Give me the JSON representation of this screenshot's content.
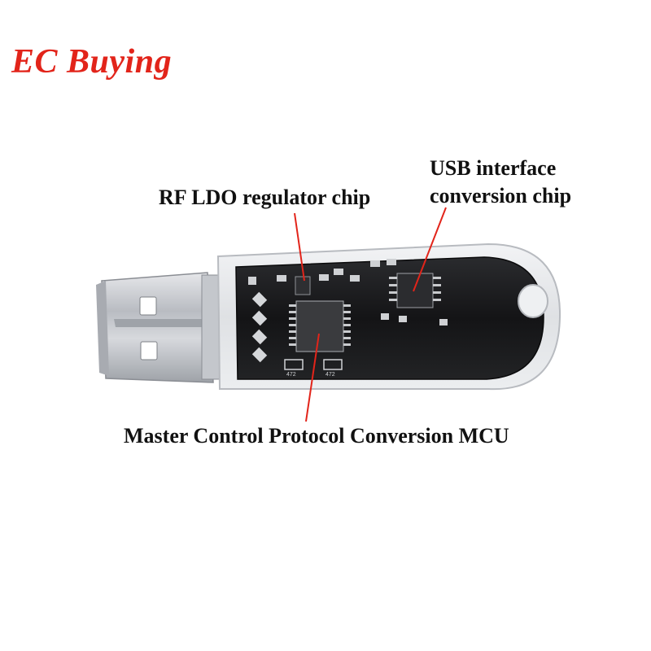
{
  "brand": {
    "text": "EC Buying",
    "color": "#e2241a"
  },
  "labels": {
    "rf_ldo": "RF LDO regulator chip",
    "usb_line1": "USB interface",
    "usb_line2": "conversion chip",
    "mcu": "Master Control Protocol Conversion MCU"
  },
  "pcb_silkscreen": {
    "r1": "472",
    "r2": "472"
  },
  "colors": {
    "pointer": "#e2241a",
    "pcb": "#1a1a1c",
    "connector": "#c9cbcf"
  }
}
